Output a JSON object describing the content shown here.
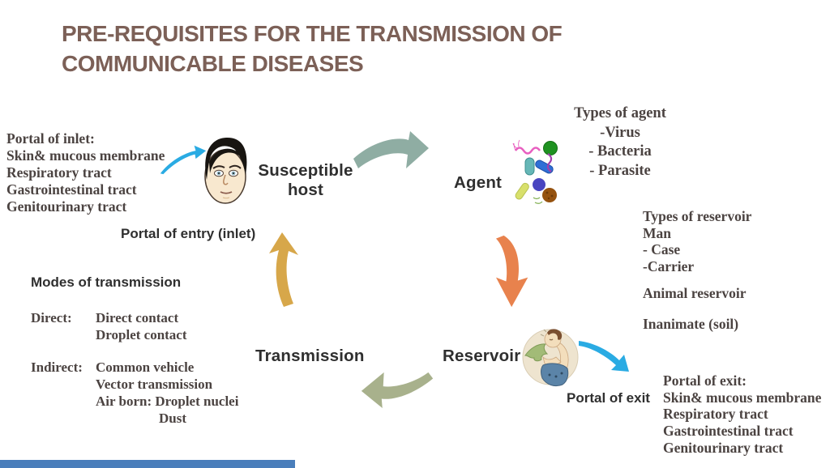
{
  "title": "PRE-REQUISITES FOR THE TRANSMISSION OF COMMUNICABLE DISEASES",
  "cycle": {
    "host_label": "Susceptible\nhost",
    "agent_label": "Agent",
    "transmission_label": "Transmission",
    "reservoir_label": "Reservoir",
    "portal_entry_label": "Portal of entry (inlet)",
    "portal_exit_label": "Portal of exit"
  },
  "portal_inlet": {
    "heading": "Portal of inlet:",
    "items": [
      "Skin& mucous membrane",
      "Respiratory tract",
      "Gastrointestinal tract",
      "Genitourinary tract"
    ]
  },
  "types_of_agent": {
    "heading": "Types of agent",
    "items": [
      "-Virus",
      "- Bacteria",
      "- Parasite"
    ]
  },
  "types_of_reservoir": {
    "heading": "Types of reservoir",
    "lines": [
      "Man",
      "- Case",
      "-Carrier"
    ],
    "animal": "Animal reservoir",
    "inanimate": "Inanimate (soil)"
  },
  "modes_of_transmission": {
    "heading": "Modes of transmission",
    "direct_label": "Direct:",
    "direct_items": [
      "Direct contact",
      "Droplet contact"
    ],
    "indirect_label": "Indirect:",
    "indirect_items": [
      "Common vehicle",
      "Vector transmission",
      "Air born: Droplet nuclei"
    ],
    "indirect_sub_item": "Dust"
  },
  "portal_exit": {
    "heading": "Portal of exit:",
    "items": [
      "Skin& mucous membrane",
      "Respiratory tract",
      "Gastrointestinal tract",
      "Genitourinary tract"
    ]
  },
  "illustrations": {
    "host": "cartoon-man-face",
    "agent": "assorted-microbes",
    "reservoir": "vomiting-person"
  },
  "colors": {
    "title_text": "#7c6057",
    "serif_text": "#4b4341",
    "label_text": "#2f2f2f",
    "arrow_teal": "#8fada3",
    "arrow_orange": "#e8824d",
    "arrow_gold": "#d7a74a",
    "arrow_olive": "#a8b18c",
    "arrow_cyan": "#2aabe3",
    "bottom_bar": "#4a7ebb"
  }
}
